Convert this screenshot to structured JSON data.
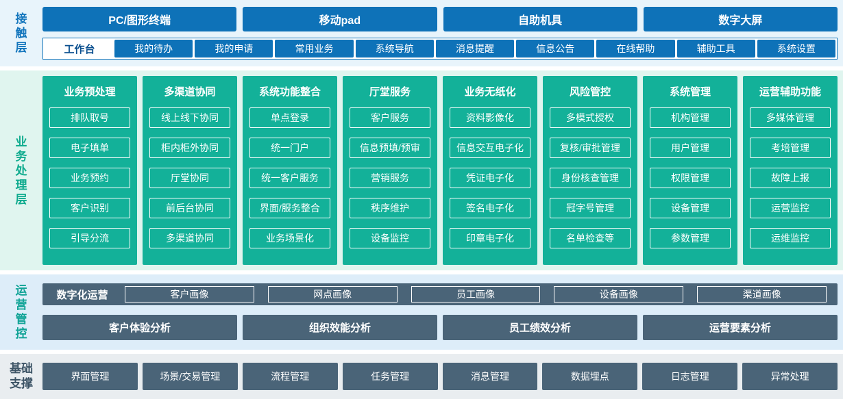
{
  "colors": {
    "blue": "#0e72b8",
    "navy-text": "#0a4f8f",
    "green": "#13b199",
    "slate": "#4a6478",
    "band1-bg": "#e8f4fb",
    "band2-bg": "#e0f5ef",
    "band3-bg": "#ddedf9",
    "band4-bg": "#e9edf0",
    "label-blue": "#1476bd",
    "label-green": "#0fab8e",
    "label-teal": "#10a396",
    "label-dark": "#3d5466"
  },
  "layers": {
    "contact": {
      "label": "接触层",
      "terminals": [
        "PC/图形终端",
        "移动pad",
        "自助机具",
        "数字大屏"
      ],
      "workbench_label": "工作台",
      "workbench_items": [
        "我的待办",
        "我的申请",
        "常用业务",
        "系统导航",
        "消息提醒",
        "信息公告",
        "在线帮助",
        "辅助工具",
        "系统设置"
      ]
    },
    "business": {
      "label": "业务处理层",
      "columns": [
        {
          "title": "业务预处理",
          "items": [
            "排队取号",
            "电子填单",
            "业务预约",
            "客户识别",
            "引导分流"
          ]
        },
        {
          "title": "多渠道协同",
          "items": [
            "线上线下协同",
            "柜内柜外协同",
            "厅堂协同",
            "前后台协同",
            "多渠道协同"
          ]
        },
        {
          "title": "系统功能整合",
          "items": [
            "单点登录",
            "统一门户",
            "统一客户服务",
            "界面/服务整合",
            "业务场景化"
          ]
        },
        {
          "title": "厅堂服务",
          "items": [
            "客户服务",
            "信息预填/预审",
            "营销服务",
            "秩序维护",
            "设备监控"
          ]
        },
        {
          "title": "业务无纸化",
          "items": [
            "资料影像化",
            "信息交互电子化",
            "凭证电子化",
            "签名电子化",
            "印章电子化"
          ]
        },
        {
          "title": "风险管控",
          "items": [
            "多模式授权",
            "复核/审批管理",
            "身份核查管理",
            "冠字号管理",
            "名单检查等"
          ]
        },
        {
          "title": "系统管理",
          "items": [
            "机构管理",
            "用户管理",
            "权限管理",
            "设备管理",
            "参数管理"
          ]
        },
        {
          "title": "运营辅助功能",
          "items": [
            "多媒体管理",
            "考培管理",
            "故障上报",
            "运营监控",
            "运维监控"
          ]
        }
      ]
    },
    "operations": {
      "label": "运营管控",
      "digital_label": "数字化运营",
      "digital_items": [
        "客户画像",
        "网点画像",
        "员工画像",
        "设备画像",
        "渠道画像"
      ],
      "analysis_items": [
        "客户体验分析",
        "组织效能分析",
        "员工绩效分析",
        "运营要素分析"
      ]
    },
    "foundation": {
      "label": "基础支撑",
      "items": [
        "界面管理",
        "场景/交易管理",
        "流程管理",
        "任务管理",
        "消息管理",
        "数据埋点",
        "日志管理",
        "异常处理"
      ]
    }
  }
}
